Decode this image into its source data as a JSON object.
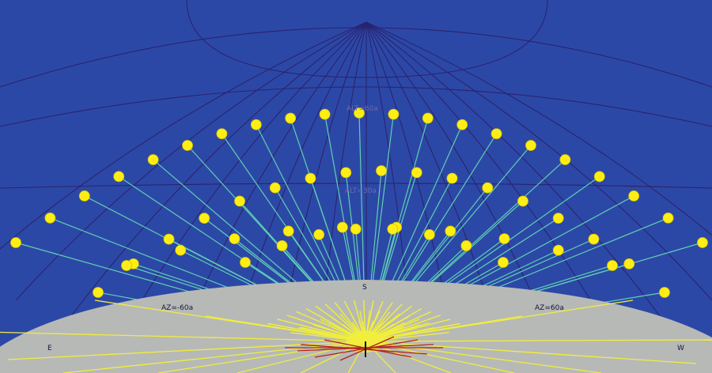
{
  "colors": {
    "sky": "#2c48a6",
    "grid": "#2a2370",
    "ground": "#b7b9b7",
    "sun": "#ffee14",
    "sun_outline": "#d8c200",
    "ray_sky": "#5fd0b4",
    "ray_ground": "#f1ee3c",
    "shadow": "#b3231c"
  },
  "labels": {
    "alt_upper": "ALT=60a",
    "alt_lower": "ALT=30a",
    "az_left": "AZ=-60a",
    "az_right": "AZ=60a",
    "south": "S",
    "east": "E",
    "west": "W"
  },
  "icons": {
    "sun": "sun-position-marker",
    "observer": "observer-marker"
  },
  "sun_paths": [
    {
      "name": "path-summer",
      "count": 21
    },
    {
      "name": "path-equinox",
      "count": 17
    },
    {
      "name": "path-winter",
      "count": 10
    },
    {
      "name": "path-low",
      "count": 8
    }
  ]
}
